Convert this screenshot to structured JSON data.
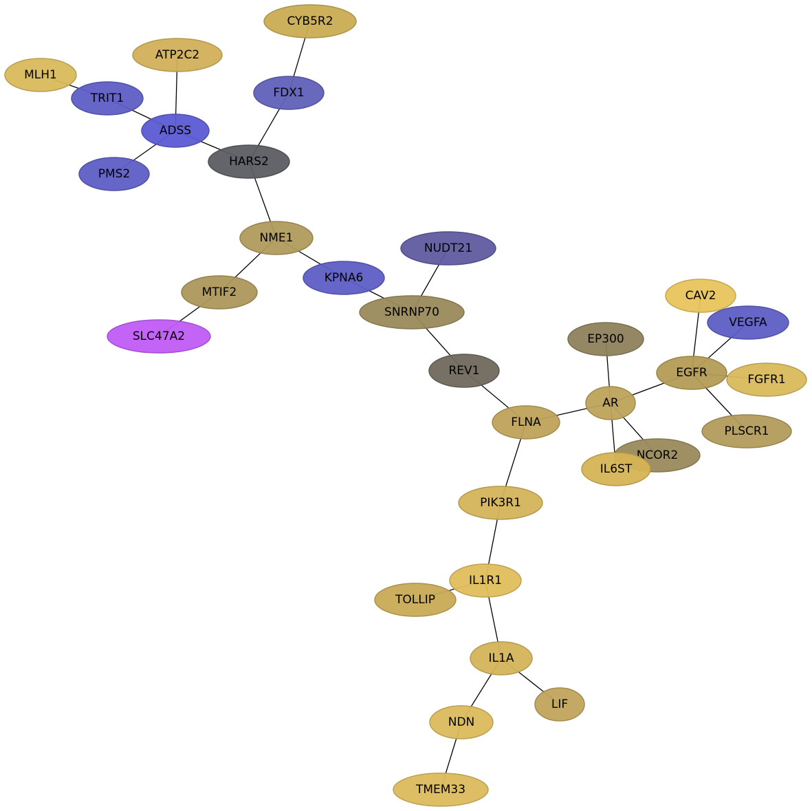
{
  "nodes": [
    {
      "id": "CYB5R2",
      "label": "CYB5R2",
      "color": "#c9ac52"
    },
    {
      "id": "ATP2C2",
      "label": "ATP2C2",
      "color": "#d2b05a"
    },
    {
      "id": "MLH1",
      "label": "MLH1",
      "color": "#d9bb5c"
    },
    {
      "id": "TRIT1",
      "label": "TRIT1",
      "color": "#5d5ec4"
    },
    {
      "id": "FDX1",
      "label": "FDX1",
      "color": "#6061b8"
    },
    {
      "id": "ADSS",
      "label": "ADSS",
      "color": "#5b5bd3"
    },
    {
      "id": "HARS2",
      "label": "HARS2",
      "color": "#5c5c63"
    },
    {
      "id": "PMS2",
      "label": "PMS2",
      "color": "#5d5ec4"
    },
    {
      "id": "NME1",
      "label": "NME1",
      "color": "#b09a5c"
    },
    {
      "id": "NUDT21",
      "label": "NUDT21",
      "color": "#5f5ba0"
    },
    {
      "id": "KPNA6",
      "label": "KPNA6",
      "color": "#5d5ec4"
    },
    {
      "id": "MTIF2",
      "label": "MTIF2",
      "color": "#ad975c"
    },
    {
      "id": "CAV2",
      "label": "CAV2",
      "color": "#e8c45c"
    },
    {
      "id": "VEGFA",
      "label": "VEGFA",
      "color": "#5d5ec4"
    },
    {
      "id": "SNRNP70",
      "label": "SNRNP70",
      "color": "#9a8a5c"
    },
    {
      "id": "SLC47A2",
      "label": "SLC47A2",
      "color": "#c05cf5"
    },
    {
      "id": "EP300",
      "label": "EP300",
      "color": "#8e825c"
    },
    {
      "id": "REV1",
      "label": "REV1",
      "color": "#6f695c"
    },
    {
      "id": "EGFR",
      "label": "EGFR",
      "color": "#b49c55"
    },
    {
      "id": "FGFR1",
      "label": "FGFR1",
      "color": "#d9b95c"
    },
    {
      "id": "AR",
      "label": "AR",
      "color": "#bda35a"
    },
    {
      "id": "FLNA",
      "label": "FLNA",
      "color": "#bea25a"
    },
    {
      "id": "PLSCR1",
      "label": "PLSCR1",
      "color": "#b29b5c"
    },
    {
      "id": "NCOR2",
      "label": "NCOR2",
      "color": "#9a8a5c"
    },
    {
      "id": "IL6ST",
      "label": "IL6ST",
      "color": "#d6b455"
    },
    {
      "id": "PIK3R1",
      "label": "PIK3R1",
      "color": "#d4b45a"
    },
    {
      "id": "IL1R1",
      "label": "IL1R1",
      "color": "#e0bd5c"
    },
    {
      "id": "TOLLIP",
      "label": "TOLLIP",
      "color": "#c8aa55"
    },
    {
      "id": "IL1A",
      "label": "IL1A",
      "color": "#d4b45a"
    },
    {
      "id": "LIF",
      "label": "LIF",
      "color": "#c0a45c"
    },
    {
      "id": "NDN",
      "label": "NDN",
      "color": "#dcba5c"
    },
    {
      "id": "TMEM33",
      "label": "TMEM33",
      "color": "#dcbb5c"
    }
  ],
  "edges": [
    [
      "MLH1",
      "TRIT1"
    ],
    [
      "TRIT1",
      "ADSS"
    ],
    [
      "ATP2C2",
      "ADSS"
    ],
    [
      "ADSS",
      "PMS2"
    ],
    [
      "ADSS",
      "HARS2"
    ],
    [
      "CYB5R2",
      "FDX1"
    ],
    [
      "FDX1",
      "HARS2"
    ],
    [
      "HARS2",
      "NME1"
    ],
    [
      "NME1",
      "MTIF2"
    ],
    [
      "MTIF2",
      "SLC47A2"
    ],
    [
      "NME1",
      "KPNA6"
    ],
    [
      "KPNA6",
      "SNRNP70"
    ],
    [
      "NUDT21",
      "SNRNP70"
    ],
    [
      "SNRNP70",
      "REV1"
    ],
    [
      "REV1",
      "FLNA"
    ],
    [
      "FLNA",
      "AR"
    ],
    [
      "EP300",
      "AR"
    ],
    [
      "AR",
      "EGFR"
    ],
    [
      "AR",
      "IL6ST"
    ],
    [
      "AR",
      "NCOR2"
    ],
    [
      "CAV2",
      "EGFR"
    ],
    [
      "VEGFA",
      "EGFR"
    ],
    [
      "EGFR",
      "FGFR1"
    ],
    [
      "EGFR",
      "PLSCR1"
    ],
    [
      "FLNA",
      "PIK3R1"
    ],
    [
      "PIK3R1",
      "IL1R1"
    ],
    [
      "IL1R1",
      "TOLLIP"
    ],
    [
      "IL1R1",
      "IL1A"
    ],
    [
      "IL1A",
      "LIF"
    ],
    [
      "IL1A",
      "NDN"
    ],
    [
      "NDN",
      "TMEM33"
    ]
  ]
}
